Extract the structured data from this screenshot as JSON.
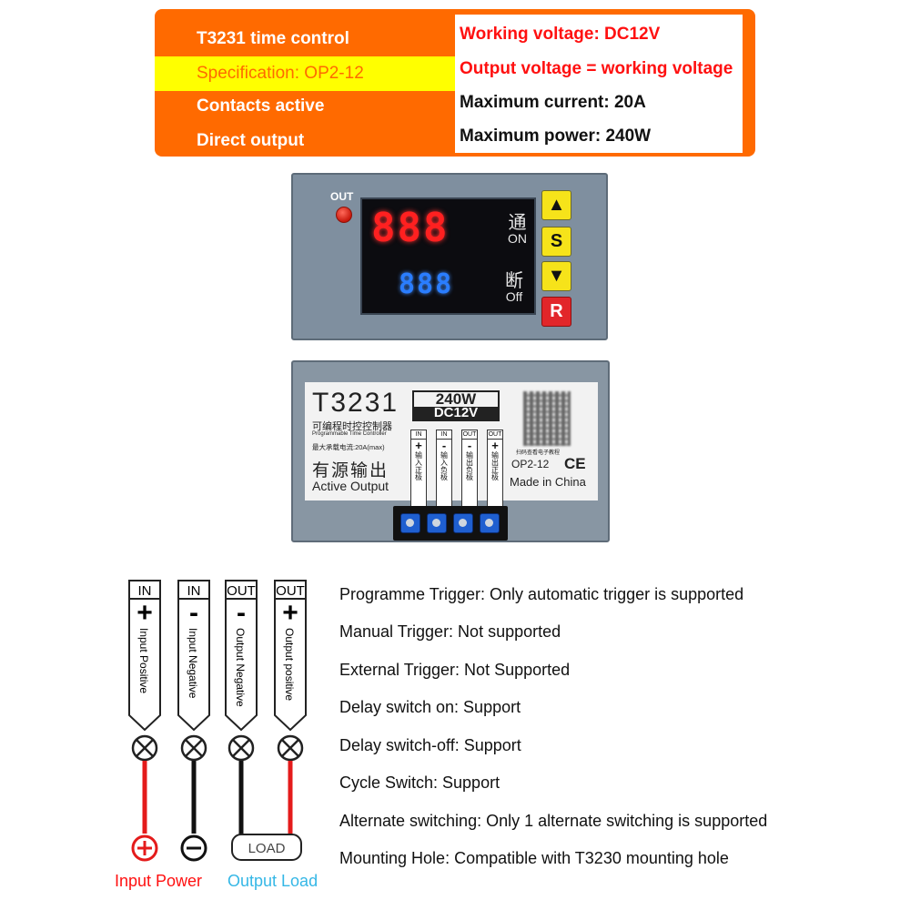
{
  "spec": {
    "left": [
      {
        "text": "T3231 time control",
        "highlight": false
      },
      {
        "text": "Specification: OP2-12",
        "highlight": true
      },
      {
        "text": "Contacts active",
        "highlight": false
      },
      {
        "text": "Direct output",
        "highlight": false
      }
    ],
    "right": [
      {
        "text": "Working voltage: DC12V",
        "color": "red"
      },
      {
        "text": "Output voltage = working voltage",
        "color": "red"
      },
      {
        "text": "Maximum current: 20A",
        "color": "black"
      },
      {
        "text": "Maximum power: 240W",
        "color": "black"
      }
    ],
    "colors": {
      "orange": "#ff6a00",
      "yellow": "#ffff00",
      "red": "#ff1010"
    }
  },
  "front_panel": {
    "out_label": "OUT",
    "display_red": "888",
    "display_blue": "888",
    "on_cn": "通",
    "on_en": "ON",
    "off_cn": "断",
    "off_en": "Off",
    "buttons": {
      "up": "▲",
      "set": "S",
      "down": "▼",
      "reset": "R"
    }
  },
  "back_label": {
    "model": "T3231",
    "power": "240W",
    "voltage": "DC12V",
    "cn_subtitle": "可编程时控控制器",
    "en_subtitle": "Programmable Time Controller",
    "max_current": "最大承载电流:20A(max)",
    "cn_active": "有源输出",
    "en_active": "Active Output",
    "terminals": [
      {
        "top": "IN",
        "sign": "+",
        "cn": "输入正极"
      },
      {
        "top": "IN",
        "sign": "-",
        "cn": "输入负极"
      },
      {
        "top": "OUT",
        "sign": "-",
        "cn": "输出负极"
      },
      {
        "top": "OUT",
        "sign": "+",
        "cn": "输出正极"
      }
    ],
    "scan_text": "扫码查看电子教程",
    "spec": "OP2-12",
    "ce": "CE",
    "made_in": "Made in China"
  },
  "wiring": {
    "terminals": [
      {
        "top": "IN",
        "sign": "+",
        "label": "Input Positive",
        "wire": "red"
      },
      {
        "top": "IN",
        "sign": "-",
        "label": "Input Negative",
        "wire": "black"
      },
      {
        "top": "OUT",
        "sign": "-",
        "label": "Output Negative",
        "wire": "black"
      },
      {
        "top": "OUT",
        "sign": "+",
        "label": "Output positive",
        "wire": "red"
      }
    ],
    "load_label": "LOAD",
    "input_power_label": "Input Power",
    "output_load_label": "Output Load"
  },
  "features": [
    "Programme Trigger: Only automatic trigger is supported",
    "Manual Trigger: Not supported",
    "External Trigger: Not Supported",
    "Delay switch on: Support",
    "Delay switch-off: Support",
    "Cycle Switch: Support",
    "Alternate switching: Only 1 alternate switching is supported",
    "Mounting Hole: Compatible with T3230 mounting hole"
  ]
}
